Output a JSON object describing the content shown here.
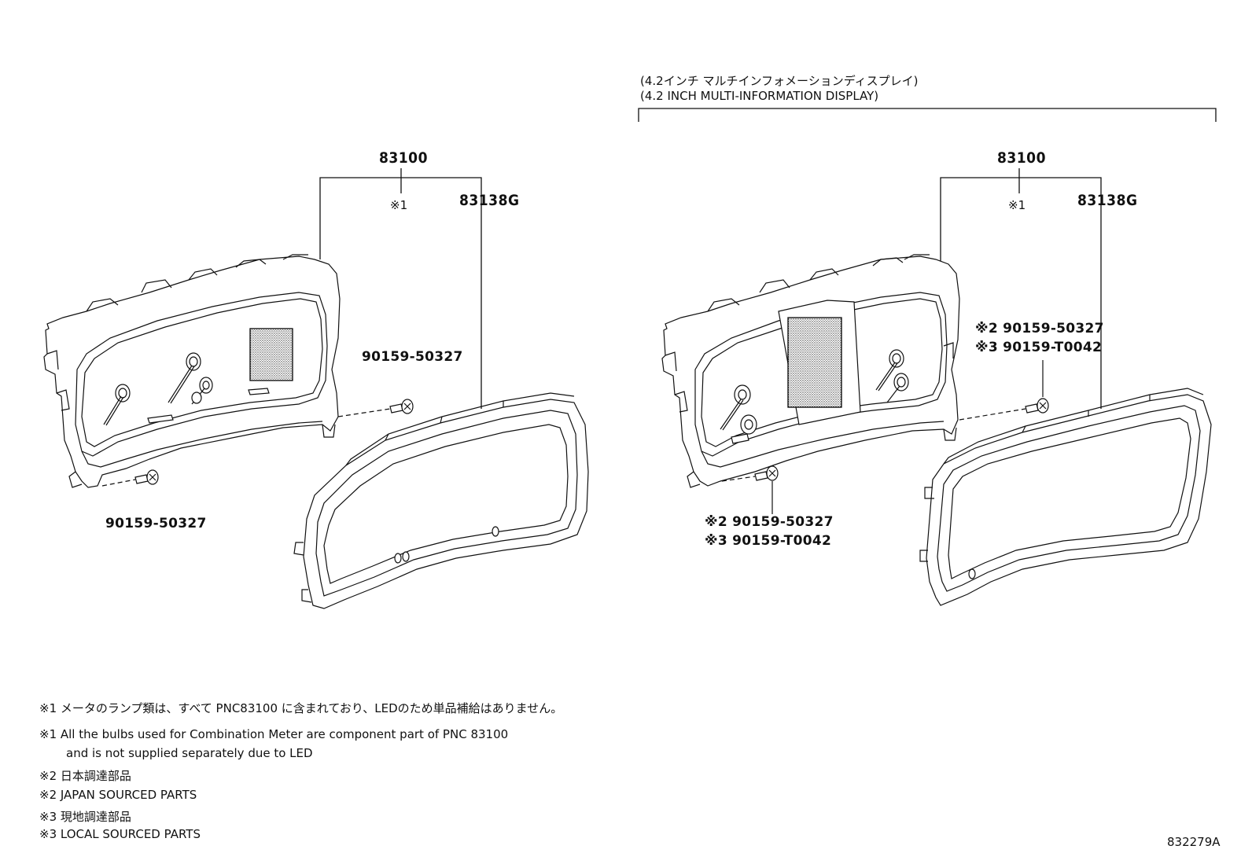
{
  "header": {
    "variant_jp": "(4.2インチ マルチインフォメーションディスプレイ)",
    "variant_en": "(4.2 INCH MULTI-INFORMATION DISPLAY)"
  },
  "left_assembly": {
    "meter_part": "83100",
    "meter_ref": "※1",
    "cover_part": "83138G",
    "screw_upper": "90159-50327",
    "screw_lower": "90159-50327"
  },
  "right_assembly": {
    "meter_part": "83100",
    "meter_ref": "※1",
    "cover_part": "83138G",
    "screw_upper_line1": "※2 90159-50327",
    "screw_upper_line2": "※3 90159-T0042",
    "screw_lower_line1": "※2 90159-50327",
    "screw_lower_line2": "※3 90159-T0042"
  },
  "notes": {
    "n1_jp": "※1 メータのランプ類は、すべて PNC83100 に含まれており、LEDのため単品補給はありません。",
    "n1_en_line1": "※1 All the bulbs used for Combination Meter are component part of PNC 83100",
    "n1_en_line2": "and is not supplied separately due to LED",
    "n2_jp": "※2 日本調達部品",
    "n2_en": "※2 JAPAN SOURCED PARTS",
    "n3_jp": "※3 現地調達部品",
    "n3_en": "※3 LOCAL SOURCED PARTS"
  },
  "figure_number": "832279A"
}
